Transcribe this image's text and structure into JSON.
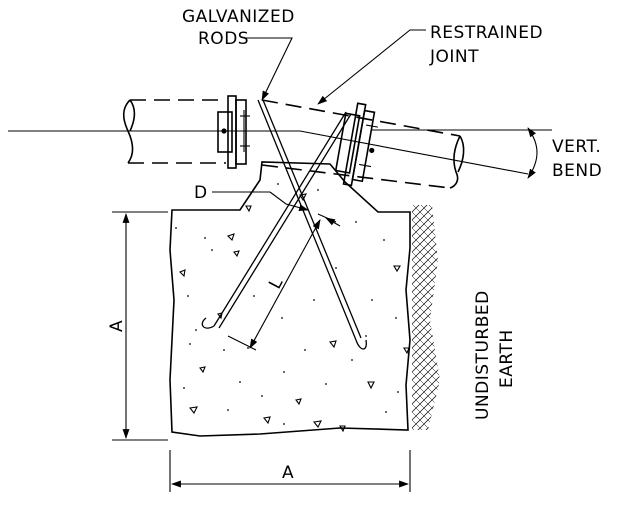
{
  "labels": {
    "galvanized_line1": "GALVANIZED",
    "galvanized_line2": "RODS",
    "restrained_line1": "RESTRAINED",
    "restrained_line2": "JOINT",
    "vert_line1": "VERT.",
    "vert_line2": "BEND",
    "dim_d": "D",
    "dim_l": "L",
    "dim_a_vertical": "A",
    "dim_a_horizontal": "A",
    "undisturbed_line1": "UNDISTURBED",
    "undisturbed_line2": "EARTH"
  }
}
